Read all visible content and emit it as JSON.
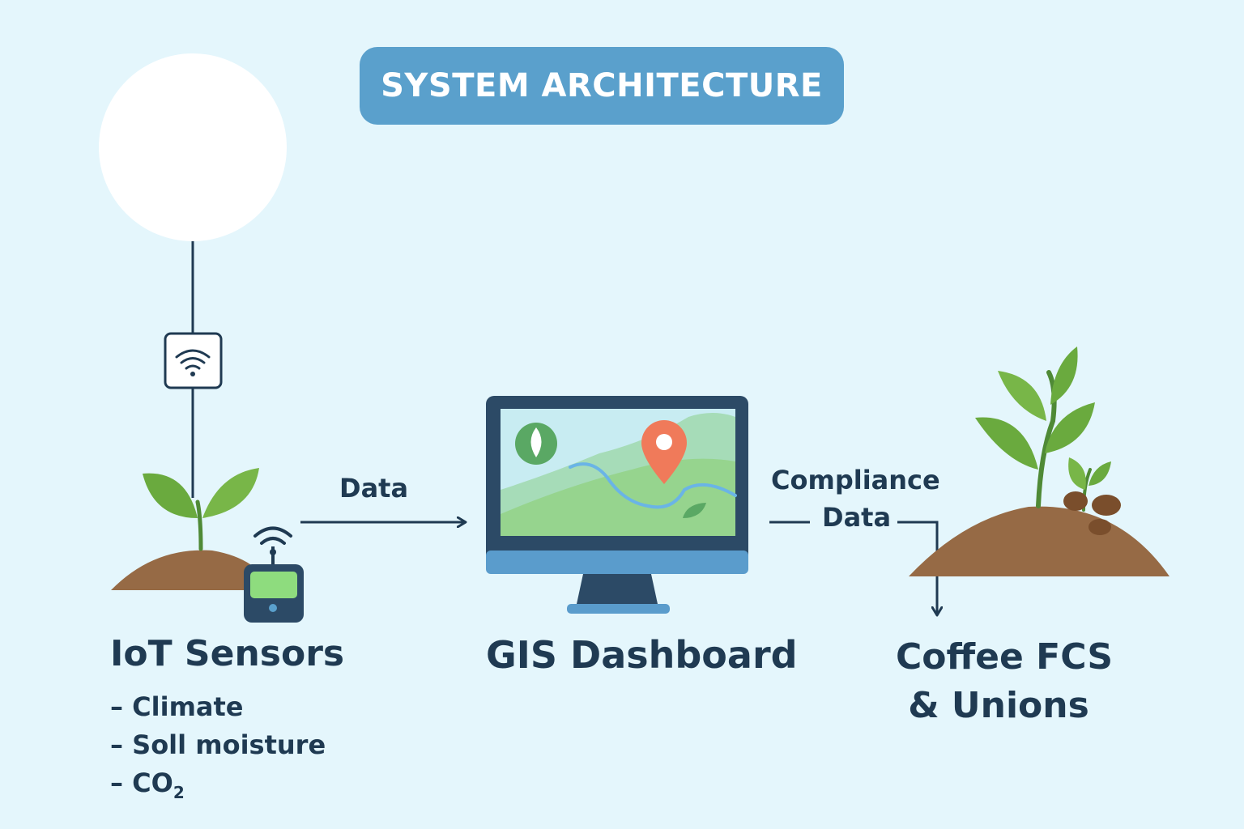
{
  "title": "SYSTEM ARCHITECTURE",
  "nodes": {
    "iot": {
      "label": "IoT Sensors",
      "items": [
        {
          "dash": "–",
          "text": "Climate"
        },
        {
          "dash": "–",
          "text": "Soll moisture"
        },
        {
          "dash": "–",
          "text": "CO",
          "subscript": "2"
        }
      ]
    },
    "gis": {
      "label": "GIS Dashboard"
    },
    "coffee": {
      "line1": "Coffee FCS",
      "line2": "& Unions"
    }
  },
  "flows": {
    "data": "Data",
    "compliance_line1": "Compliance",
    "compliance_line2": "Data"
  },
  "icons": [
    "satellite-circle",
    "wifi-icon",
    "plant-icon",
    "sensor-device-icon",
    "monitor-icon",
    "leaf-icon",
    "map-pin-icon",
    "coffee-plant-icon",
    "coffee-beans-icon"
  ],
  "colors": {
    "background": "#e4f6fc",
    "title_pill": "#5aa0cc",
    "text": "#1f3a52",
    "leaf_green": "#6aaa3e",
    "soil": "#966a45",
    "screen_blue": "#5a9ccc",
    "pin": "#f07a5a"
  }
}
